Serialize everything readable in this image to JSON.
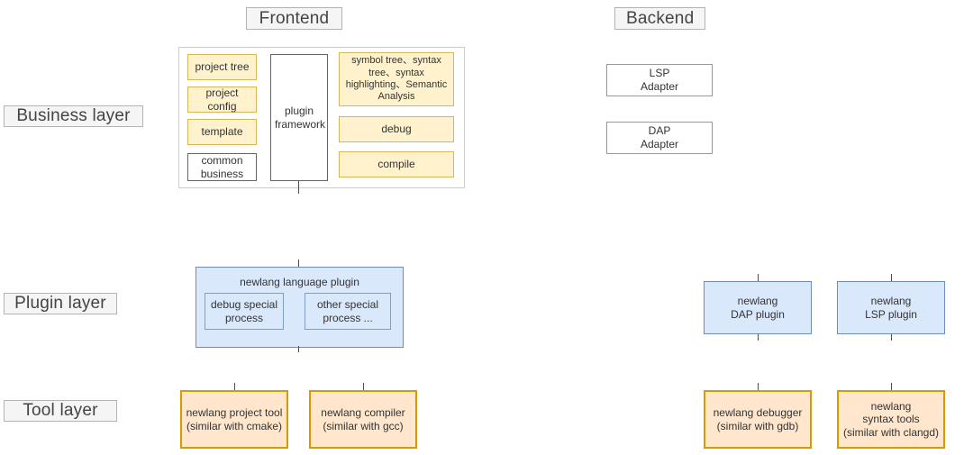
{
  "diagram": {
    "title_frontend": "Frontend",
    "title_backend": "Backend"
  },
  "layers": {
    "business": "Business layer",
    "plugin": "Plugin layer",
    "tool": "Tool layer"
  },
  "frontend": {
    "left_column": [
      {
        "label": "project tree",
        "style": "yellow"
      },
      {
        "label": "project config",
        "style": "yellow"
      },
      {
        "label": "template",
        "style": "yellow"
      },
      {
        "label": "common\nbusiness",
        "style": "white"
      }
    ],
    "center": {
      "label": "plugin\nframework",
      "style": "white"
    },
    "right_column": [
      {
        "label": "symbol tree、syntax\ntree、syntax\nhighlighting、Semantic\nAnalysis",
        "style": "yellow"
      },
      {
        "label": "debug",
        "style": "yellow"
      },
      {
        "label": "compile",
        "style": "yellow"
      }
    ]
  },
  "backend": {
    "adapters": [
      {
        "label": "LSP\nAdapter",
        "style": "white-thin"
      },
      {
        "label": "DAP\nAdapter",
        "style": "white-thin"
      }
    ]
  },
  "plugin_layer": {
    "group_title": "newlang language plugin",
    "group_children": [
      {
        "label": "debug special\nprocess"
      },
      {
        "label": "other special\nprocess ..."
      }
    ],
    "right_boxes": [
      {
        "label": "newlang\nDAP plugin"
      },
      {
        "label": "newlang\nLSP plugin"
      }
    ]
  },
  "tool_layer": {
    "boxes": [
      {
        "label": "newlang project tool\n(similar with cmake)"
      },
      {
        "label": "newlang compiler\n(similar with gcc)"
      },
      {
        "label": "newlang debugger\n(similar with gdb)"
      },
      {
        "label": "newlang\nsyntax tools\n(similar with clangd)"
      }
    ]
  },
  "colors": {
    "yellow_fill": "#fff2cc",
    "yellow_border": "#d6b656",
    "blue_fill": "#dae8fc",
    "blue_border": "#6c8ebf",
    "orange_fill": "#ffe6cc",
    "orange_border": "#d79b00",
    "label_fill": "#f5f5f5",
    "label_border": "#b3b3b3",
    "text": "#333333"
  }
}
